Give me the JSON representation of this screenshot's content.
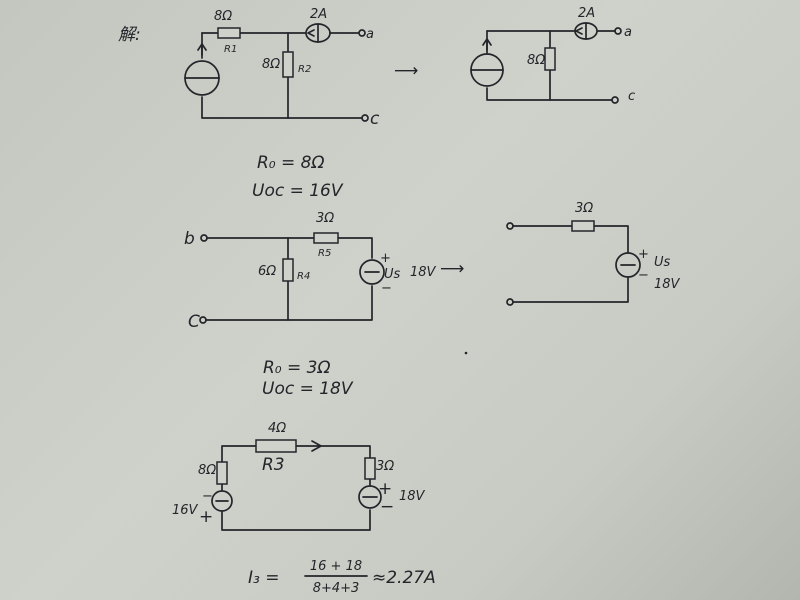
{
  "header": {
    "solution": "解:"
  },
  "circuit1": {
    "r1_value": "8Ω",
    "r1_name": "R1",
    "r2_value": "8Ω",
    "r2_name": "R2",
    "source_current": "2A",
    "terminal_a": "a",
    "terminal_c": "c"
  },
  "equiv1": {
    "source_current": "2A",
    "r_value": "8Ω",
    "terminal_a": "a",
    "terminal_c": "c",
    "arrow": "⟶"
  },
  "result1": {
    "r0": "R₀ = 8Ω",
    "voc": "Uoc = 16V"
  },
  "circuit2": {
    "terminal_b": "b",
    "terminal_c": "C",
    "r5_value": "3Ω",
    "r5_name": "R5",
    "r4_value": "6Ω",
    "r4_name": "R4",
    "us_name": "Us",
    "us_value": "18V",
    "plus": "+",
    "minus": "−",
    "arrow": "⟶"
  },
  "equiv2": {
    "r_value": "3Ω",
    "us_name": "Us",
    "us_value": "18V",
    "plus": "+",
    "minus": "−"
  },
  "result2": {
    "r0": "R₀ = 3Ω",
    "voc": "Uoc = 18V"
  },
  "circuit3": {
    "r3_value": "4Ω",
    "r3_name": "R3",
    "left_r": "8Ω",
    "left_v": "16V",
    "right_r": "3Ω",
    "right_v": "18V",
    "plus": "+",
    "minus": "−"
  },
  "formula": {
    "lhs": "I₃ =",
    "numerator": "16 + 18",
    "denominator": "8+4+3",
    "result": "≈2.27A"
  }
}
